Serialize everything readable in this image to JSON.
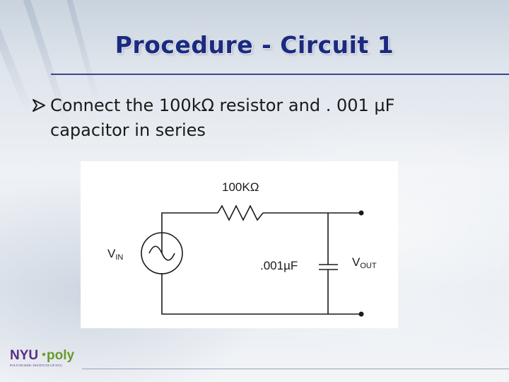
{
  "slide": {
    "title": "Procedure - Circuit 1",
    "bullet": {
      "icon": "arrow-bullet-icon",
      "text_line1": "Connect the 100kΩ resistor and . 001 µF",
      "text_line2": "capacitor in series"
    }
  },
  "diagram": {
    "resistor_label": "100KΩ",
    "source_label_main": "V",
    "source_label_sub": "IN",
    "capacitor_label": ".001µF",
    "output_label_main": "V",
    "output_label_sub": "OUT"
  },
  "footer": {
    "logo_text_nyu": "NYU",
    "logo_text_poly": "poly",
    "logo_subtext": "POLYTECHNIC INSTITUTE OF NYU"
  },
  "colors": {
    "title": "#1a2a80",
    "logo_purple": "#5a2d82",
    "logo_green": "#6a9a2a"
  }
}
